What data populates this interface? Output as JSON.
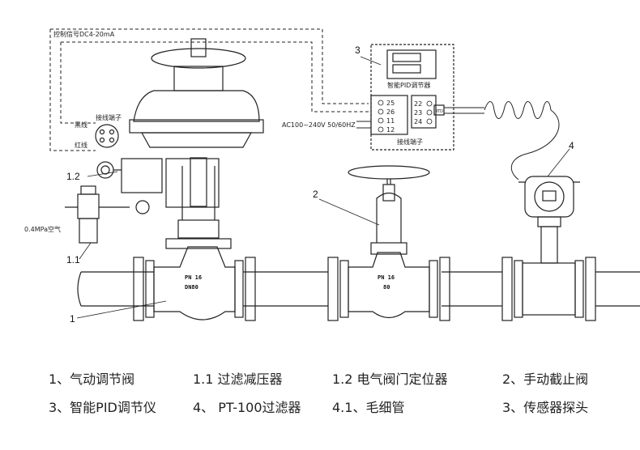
{
  "signal_label": "控制信号DC4-20mA",
  "controller": {
    "number": "3",
    "title": "智能PID调节器",
    "terminal_label": "接线端子",
    "terminals_left": [
      "25",
      "26",
      "11",
      "12"
    ],
    "terminals_right": [
      "22",
      "23",
      "24"
    ],
    "rtd_label": "RTD",
    "power_label": "AC100~240V 50/60HZ"
  },
  "junction": {
    "label": "接线端子",
    "black_wire": "黑线",
    "red_wire": "红线"
  },
  "air_label": "0.4MPa空气",
  "callouts": {
    "positioner": "1.2",
    "reducer": "1.1",
    "control_valve": "1",
    "stop_valve": "2",
    "sensor": "4"
  },
  "plates": {
    "control_valve_pn": "PN 16",
    "control_valve_dn": "DN80",
    "stop_valve_pn": "PN 16",
    "stop_valve_dn": "80"
  },
  "legend": [
    {
      "text": "1、气动调节阀"
    },
    {
      "text": "1.1 过滤减压器"
    },
    {
      "text": "1.2 电气阀门定位器"
    },
    {
      "text": "2、手动截止阀"
    },
    {
      "text": "3、智能PID调节仪"
    },
    {
      "text": "4、 PT-100过滤器"
    },
    {
      "text": "4.1、毛细管"
    },
    {
      "text": "3、传感器探头"
    }
  ]
}
